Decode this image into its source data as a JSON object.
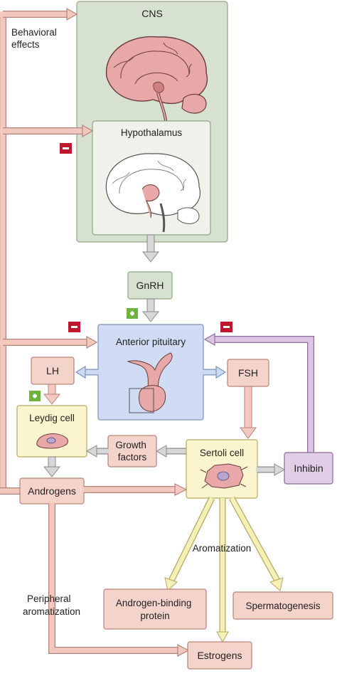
{
  "boxes": {
    "cns": "CNS",
    "hypothalamus": "Hypothalamus",
    "gnrh": "GnRH",
    "anterior_pituitary": "Anterior pituitary",
    "lh": "LH",
    "fsh": "FSH",
    "leydig_cell": "Leydig cell",
    "growth_factors": [
      "Growth",
      "factors"
    ],
    "sertoli_cell": "Sertoli cell",
    "inhibin": "Inhibin",
    "androgens": "Androgens",
    "androgen_binding_protein": [
      "Androgen-binding",
      "protein"
    ],
    "spermatogenesis": "Spermatogenesis",
    "estrogens": "Estrogens"
  },
  "labels": {
    "behavioral_effects": [
      "Behavioral",
      "effects"
    ],
    "aromatization": "Aromatization",
    "peripheral_aromatization": [
      "Peripheral",
      "aromatization"
    ]
  },
  "signs": {
    "minus": "−",
    "plus": "+"
  },
  "colors": {
    "inhibitory": "#c0162e",
    "stimulatory": "#6cb33f",
    "pink_arrow": "#f2c8bf",
    "pink_arrow_stroke": "#b5847b",
    "grey_arrow": "#d7d7d7",
    "grey_arrow_stroke": "#8a8a8a",
    "yellow_arrow": "#f7f0b6",
    "yellow_arrow_stroke": "#b2a860",
    "purple_arrow": "#dcc6e3",
    "purple_arrow_stroke": "#8f6d9c",
    "blue_arrow": "#cddaf0",
    "blue_arrow_stroke": "#7e93be"
  }
}
